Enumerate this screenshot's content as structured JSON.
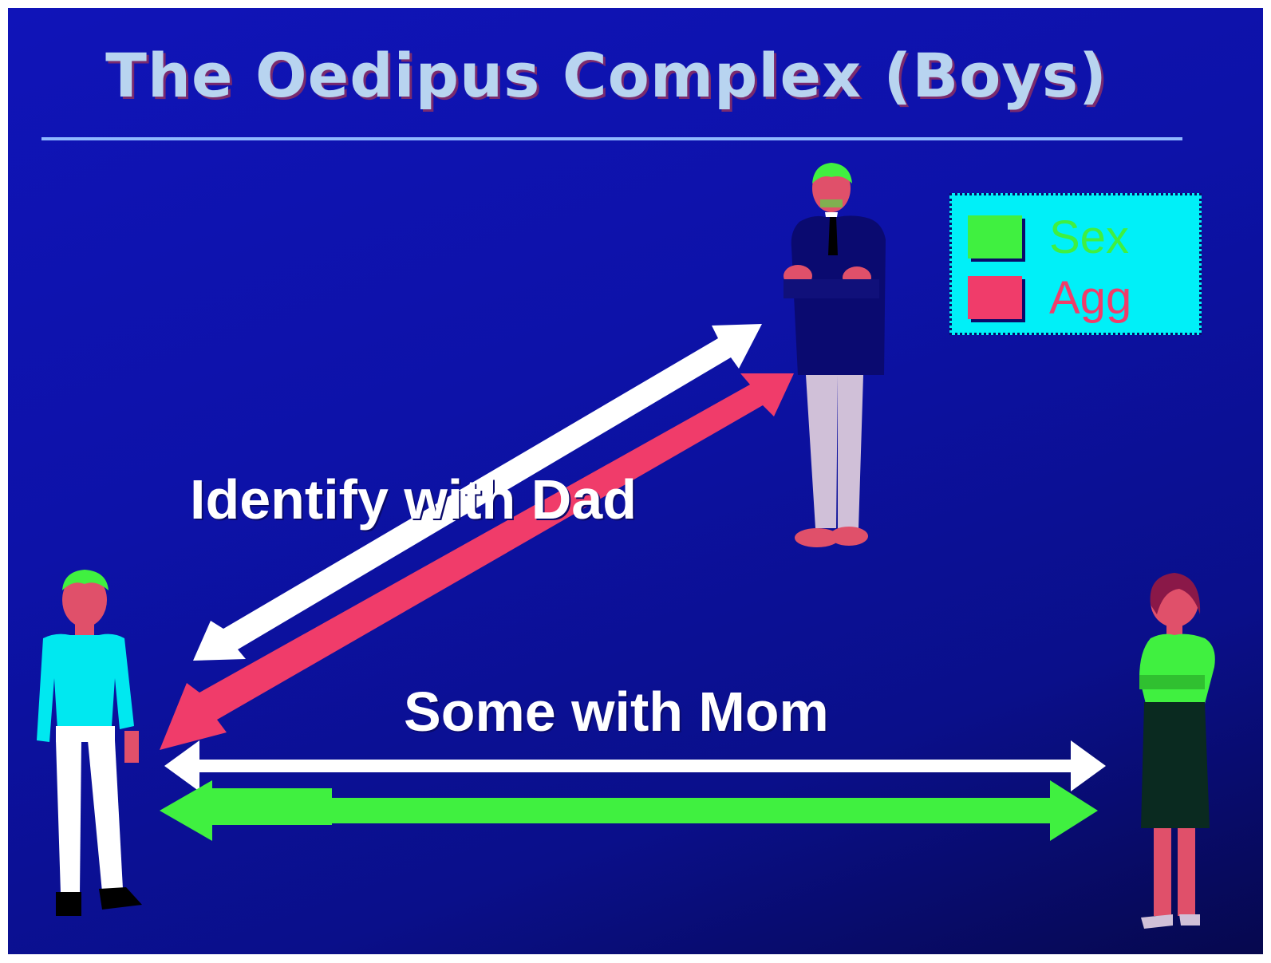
{
  "slide": {
    "title": "The Oedipus Complex (Boys)"
  },
  "legend": {
    "items": [
      {
        "label": "Sex",
        "color": "#40f040"
      },
      {
        "label": "Agg",
        "color": "#f03c6a"
      }
    ]
  },
  "arrows": {
    "dad_label": "Identify with Dad",
    "mom_label": "Some with Mom"
  },
  "colors": {
    "background": "#0d12a8",
    "title": "#b8d4f0",
    "white_arrow": "#ffffff",
    "sex": "#40f040",
    "agg": "#f03c6a"
  }
}
